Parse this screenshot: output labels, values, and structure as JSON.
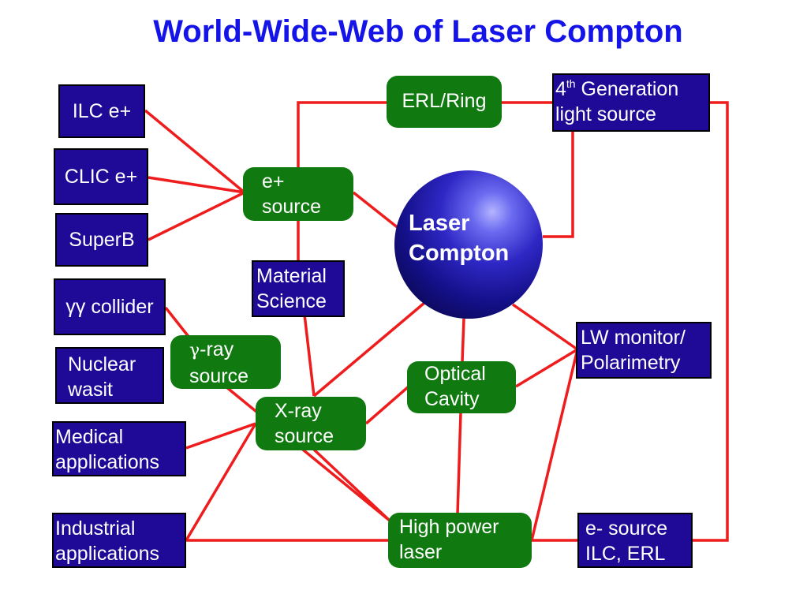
{
  "title": "World-Wide-Web of Laser Compton",
  "center": {
    "line1": "Laser",
    "line2": "Compton"
  },
  "nodes": {
    "ilc_eplus": "ILC e+",
    "clic_eplus": "CLIC e+",
    "superb": "SuperB",
    "gg_collider": "γγ collider",
    "nuclear_waste": {
      "line1": "Nuclear",
      "line2": "wasit"
    },
    "medical": {
      "line1": "Medical",
      "line2": "applications"
    },
    "industrial": {
      "line1": "Industrial",
      "line2": "applications"
    },
    "erl_ring": "ERL/Ring",
    "fourth_gen": {
      "number": "4",
      "superscript": "th",
      "line1_rest": " Generation",
      "line2": "light source"
    },
    "eplus_source": {
      "line1": "e+",
      "line2": "source"
    },
    "material_science": {
      "line1": "Material",
      "line2": "Science"
    },
    "gamma_ray_source": {
      "line1_symbol": "γ",
      "line1_rest": "-ray",
      "line2": "source"
    },
    "xray_source": {
      "line1": "X-ray",
      "line2": "source"
    },
    "optical_cavity": {
      "line1": "Optical",
      "line2": "Cavity"
    },
    "lw_monitor": {
      "line1": "LW monitor/",
      "line2": "Polarimetry"
    },
    "high_power_laser": {
      "line1": "High power",
      "line2": "laser"
    },
    "eminus_source": {
      "line1": "e- source",
      "line2": "ILC, ERL"
    }
  },
  "colors": {
    "title": "#1414e8",
    "connector": "#ee1c1c",
    "application_box": "#1e0a96",
    "component_box": "#107a10",
    "text": "#ffffff"
  }
}
